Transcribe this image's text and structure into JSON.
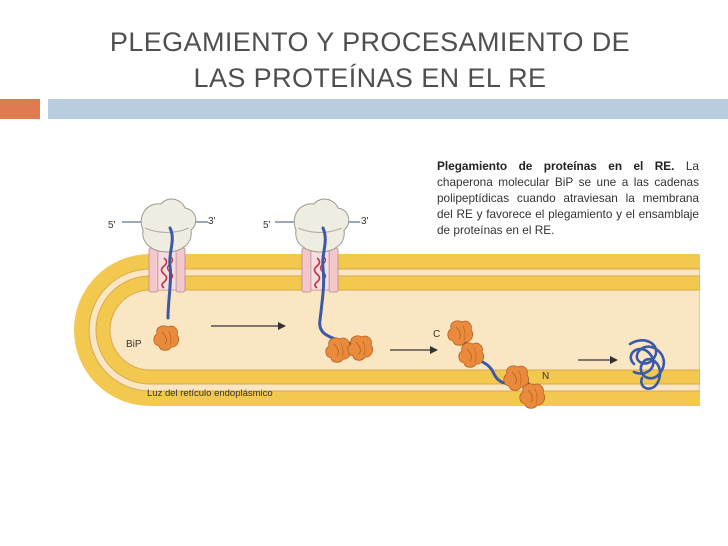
{
  "slide": {
    "title_line1": "PLEGAMIENTO Y PROCESAMIENTO DE",
    "title_line2": "LAS PROTEÍNAS EN EL RE"
  },
  "figure": {
    "caption_title": "Plegamiento de proteínas en el RE.",
    "caption_text": "La chaperona molecular BiP se une a las cadenas polipeptídicas cuando atraviesan la membrana del RE y favorece el plegamiento y el ensamblaje de proteínas en el RE.",
    "label_5prime_a": "5'",
    "label_3prime_a": "3'",
    "label_5prime_b": "5'",
    "label_3prime_b": "3'",
    "label_bip": "BiP",
    "label_c": "C",
    "label_n": "N",
    "label_lumen": "Luz del retículo endoplásmico"
  },
  "colors": {
    "accent_orange": "#e07a4f",
    "accent_blue": "#b9cde0",
    "membrane": "#f2c84f",
    "lumen": "#fbe6c4",
    "chain": "#3a5aa8",
    "chaperone": "#e98a3c"
  }
}
